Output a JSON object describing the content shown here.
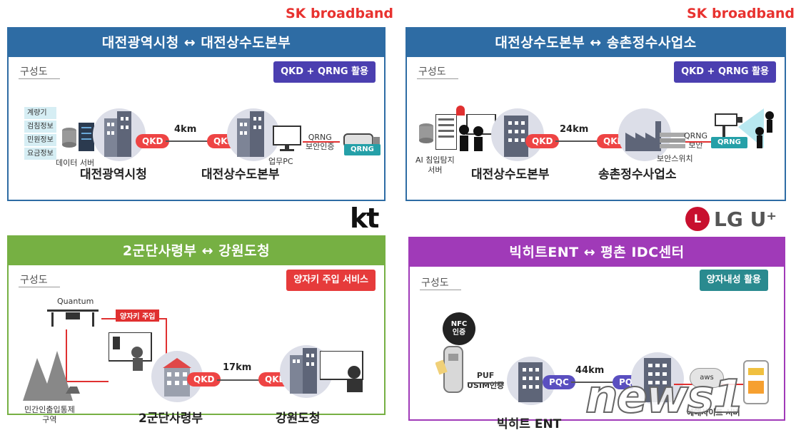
{
  "logos": {
    "sk": "SK broadband",
    "kt": "kt",
    "lgu": "LG U⁺",
    "news": "news1"
  },
  "panels": [
    {
      "header": "대전광역시청 ↔ 대전상수도본부",
      "subtitle": "구성도",
      "badge": "QKD + QRNG 활용",
      "info_items": [
        "계량기",
        "검침정보",
        "민원정보",
        "요금정보"
      ],
      "server_label": "데이터 서버",
      "tag_left": "QKD",
      "tag_right": "QKD",
      "distance": "4km",
      "pc_label": "업무PC",
      "qrng_label": "QRNG\n보안인증",
      "qrng_tag": "QRNG",
      "node_left": "대전광역시청",
      "node_right": "대전상수도본부"
    },
    {
      "header": "대전상수도본부 ↔ 송촌정수사업소",
      "subtitle": "구성도",
      "badge": "QKD + QRNG 활용",
      "ai_label": "AI 침입탐지\n서버",
      "tag_left": "QKD",
      "tag_right": "QKD",
      "distance": "24km",
      "switch_label": "보안스위치",
      "qrng_label": "QRNG\n보안",
      "qrng_tag": "QRNG",
      "node_left": "대전상수도본부",
      "node_right": "송촌정수사업소"
    },
    {
      "header": "2군단사령부 ↔ 강원도청",
      "subtitle": "구성도",
      "badge": "양자키 주입 서비스",
      "drone_label": "Quantum",
      "inject_tag": "양자키 주입",
      "area_label": "민간인출입통제\n구역",
      "tag_left": "QKD",
      "tag_right": "QKD",
      "distance": "17km",
      "node_left": "2군단사령부",
      "node_right": "강원도청"
    },
    {
      "header": "빅히트ENT ↔ 평촌 IDC센터",
      "subtitle": "구성도",
      "badge": "양자내성 활용",
      "nfc_label": "NFC\n인증",
      "puf_label": "PUF\nUSIM인증",
      "tag_left": "PQC",
      "tag_right": "PQC",
      "distance": "44km",
      "cloud_label": "aws",
      "site_label": "예매사이트  서버",
      "node_left": "빅히트 ENT"
    }
  ],
  "colors": {
    "sk_header": "#2e6ca4",
    "kt_header": "#76b043",
    "lgu_header": "#a03ab8",
    "badge_blue": "#4b3fb0",
    "badge_red": "#e63b3b",
    "badge_teal": "#2a8a8f",
    "tag_red": "#ee4444",
    "tag_pqc": "#5a4fc0"
  }
}
